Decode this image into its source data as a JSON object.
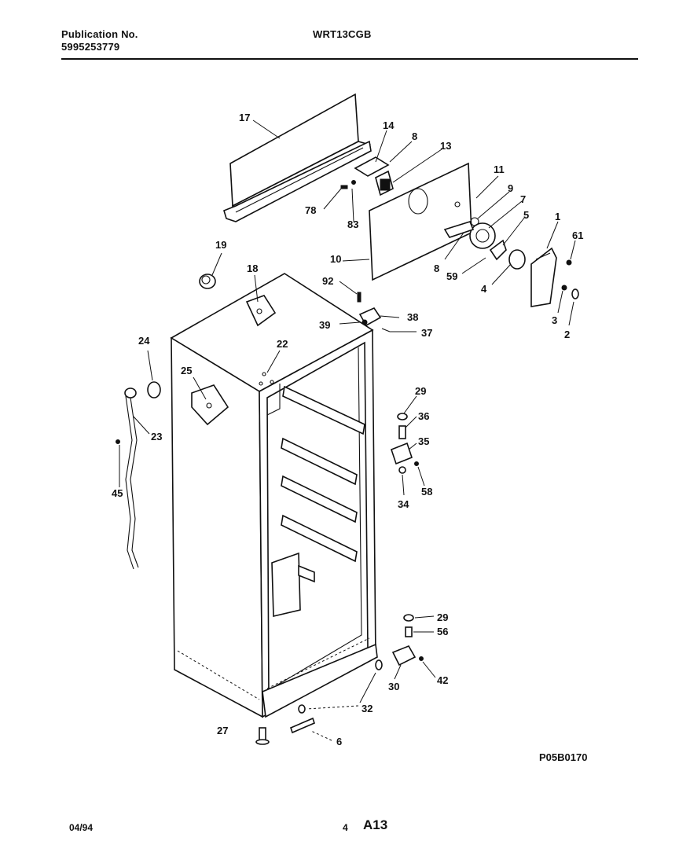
{
  "header": {
    "publication_label": "Publication No.",
    "publication_number": "5995253779",
    "model": "WRT13CGB"
  },
  "diagram": {
    "code": "P05B0170",
    "callouts": [
      "1",
      "2",
      "3",
      "4",
      "5",
      "6",
      "7",
      "8",
      "8",
      "9",
      "10",
      "11",
      "13",
      "14",
      "17",
      "18",
      "19",
      "22",
      "23",
      "24",
      "25",
      "27",
      "29",
      "29",
      "30",
      "32",
      "34",
      "35",
      "36",
      "37",
      "38",
      "39",
      "42",
      "45",
      "56",
      "58",
      "59",
      "61",
      "78",
      "83",
      "92"
    ]
  },
  "footer": {
    "date": "04/94",
    "page_number": "4",
    "section": "A13"
  }
}
